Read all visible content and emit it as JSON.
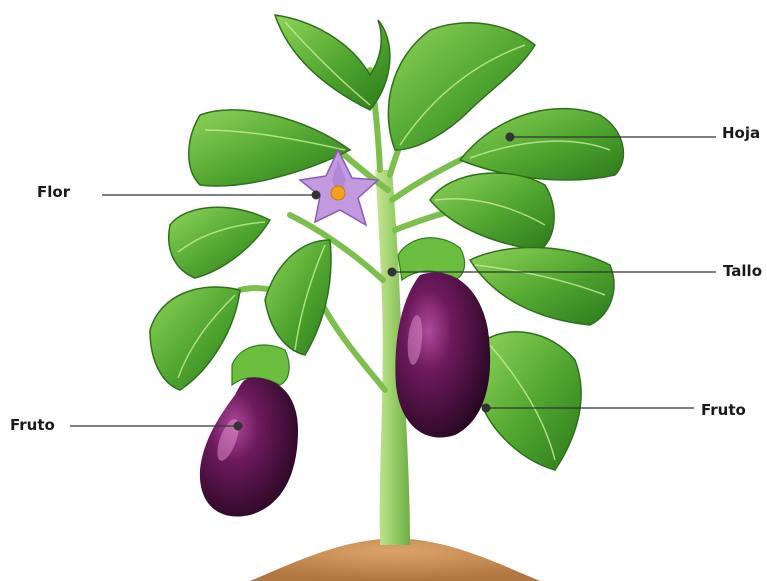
{
  "labels": {
    "hoja": "Hoja",
    "flor": "Flor",
    "tallo": "Tallo",
    "fruto_right": "Fruto",
    "fruto_left": "Fruto"
  },
  "colors": {
    "leaf": "#5fb33a",
    "leaf_dark": "#2f7d1f",
    "stem": "#a8d67a",
    "fruit": "#4a1240",
    "flower": "#b48ad8",
    "soil": "#c98e55",
    "leader_line": "#333333"
  }
}
